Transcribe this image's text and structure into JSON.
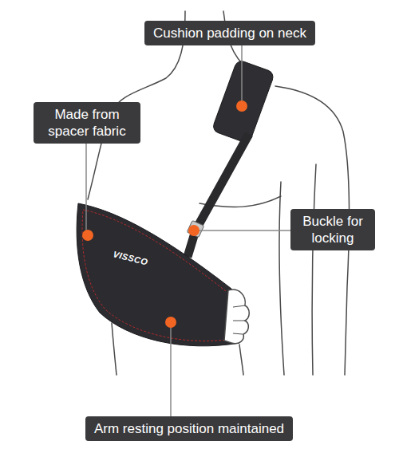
{
  "diagram": {
    "nodes": [
      {
        "text": [
          "Cushion padding on neck"
        ]
      },
      {
        "text": [
          "Made from spacer fabric"
        ]
      },
      {
        "text": [
          "Buckle for locking"
        ]
      },
      {
        "text": [
          "Arm resting position maintained"
        ]
      }
    ],
    "labels": [
      "VISSCO"
    ]
  }
}
